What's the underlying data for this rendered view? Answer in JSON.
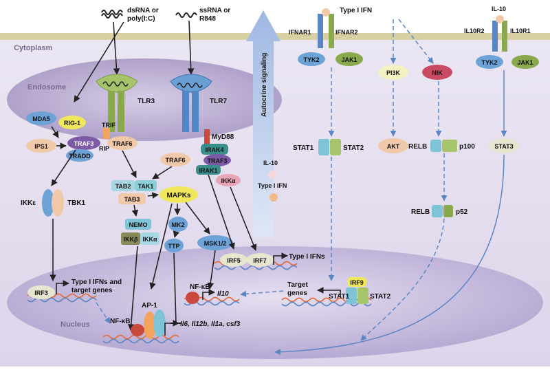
{
  "regions": {
    "cytoplasm": "Cytoplasm",
    "endosome": "Endosome",
    "nucleus": "Nucleus",
    "autocrine": "Autocrine signaling"
  },
  "ligands": {
    "dsrna": [
      "dsRNA or",
      "poly(I:C)"
    ],
    "ssrna": [
      "ssRNA or",
      "R848"
    ],
    "type1ifn_top": "Type I IFN",
    "il10_top": "IL-10",
    "il10_mid": "IL-10",
    "type1ifn_mid": "Type I IFN"
  },
  "receptors": {
    "tlr3": "TLR3",
    "tlr7": "TLR7",
    "ifnar1": "IFNAR1",
    "ifnar2": "IFNAR2",
    "il10r2": "IL10R2",
    "il10r1": "IL10R1"
  },
  "molecules": {
    "mda5": "MDA5",
    "rig1": "RIG-1",
    "ips1": "IPS1",
    "trif": "TRIF",
    "rip": "RIP",
    "traf3_left": "TRAF3",
    "traf6_left": "TRAF6",
    "tradd": "TRADD",
    "myd88": "MyD88",
    "irak4": "IRAK4",
    "traf3_right": "TRAF3",
    "traf6_right": "TRAF6",
    "irak1": "IRAK1",
    "ikka_right": "IKKα",
    "ikke": "IKKε",
    "tbk1": "TBK1",
    "tab2": "TAB2",
    "tak1": "TAK1",
    "tab3": "TAB3",
    "mapks": "MAPKs",
    "nemo": "NEMO",
    "ikkb": "IKKβ",
    "ikka_left": "IKKα",
    "mk2": "MK2",
    "ttp": "TTP",
    "msk12": "MSK1/2",
    "tyk2_a": "TYK2",
    "jak1_a": "JAK1",
    "stat1_a": "STAT1",
    "stat2_a": "STAT2",
    "pi3k": "PI3K",
    "akt": "AKT",
    "nik": "NIK",
    "relb_a": "RELB",
    "p100": "p100",
    "relb_b": "RELB",
    "p52": "p52",
    "tyk2_b": "TYK2",
    "jak1_b": "JAK1",
    "stat3": "STAT3"
  },
  "nuclear": {
    "irf3": "IRF3",
    "irf3_targets": [
      "Type I IFNs and",
      "target genes"
    ],
    "ap1": "AP-1",
    "nfkb_left": "NF-κB",
    "nfkb_mid": "NF-κB",
    "il10_gene": "Il10",
    "irf5": "IRF5",
    "irf7": "IRF7",
    "irf_targets": "Type I IFNs",
    "irf9": "IRF9",
    "stat1_n": "STAT1",
    "stat2_n": "STAT2",
    "target_genes": [
      "Target",
      "genes"
    ],
    "cytokine_genes": "Il6, Il12b, Il1a, csf3"
  },
  "colors": {
    "membrane": "#d8cfa3",
    "cytoplasm": "#e3ddef",
    "endosome": "#b6a8cf",
    "nucleus": "#c2b6dc",
    "signal_blue": "#5b86c4"
  }
}
